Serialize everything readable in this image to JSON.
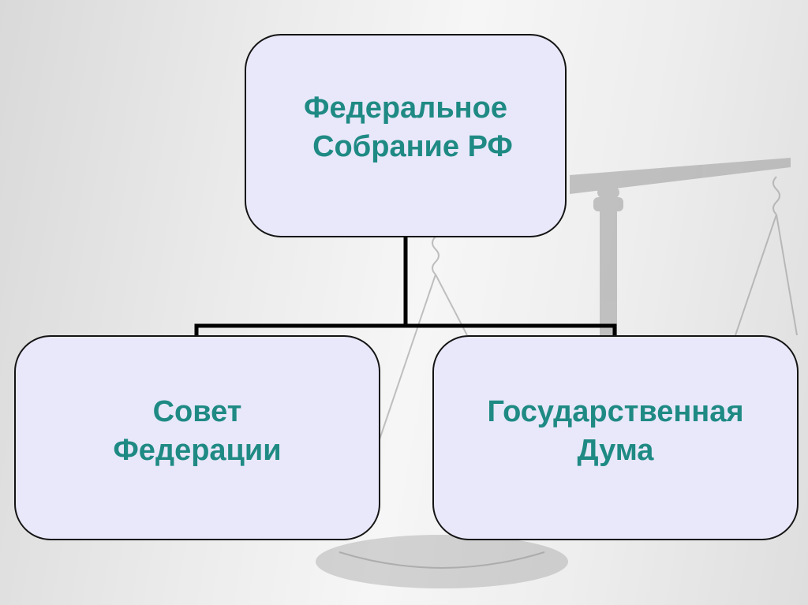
{
  "diagram": {
    "root": {
      "lines": [
        "Федеральное",
        "Собрание РФ"
      ]
    },
    "children": [
      {
        "lines": [
          "Совет",
          "Федерации"
        ]
      },
      {
        "lines": [
          "Государственная",
          "Дума"
        ]
      }
    ]
  },
  "colors": {
    "node_fill": "#e8e8fa",
    "node_border": "#141414",
    "text": "#1f8a84",
    "connector": "#000000",
    "watermark": "#9a9a9a"
  },
  "background": {
    "watermark_icon": "scales-of-justice-icon"
  }
}
